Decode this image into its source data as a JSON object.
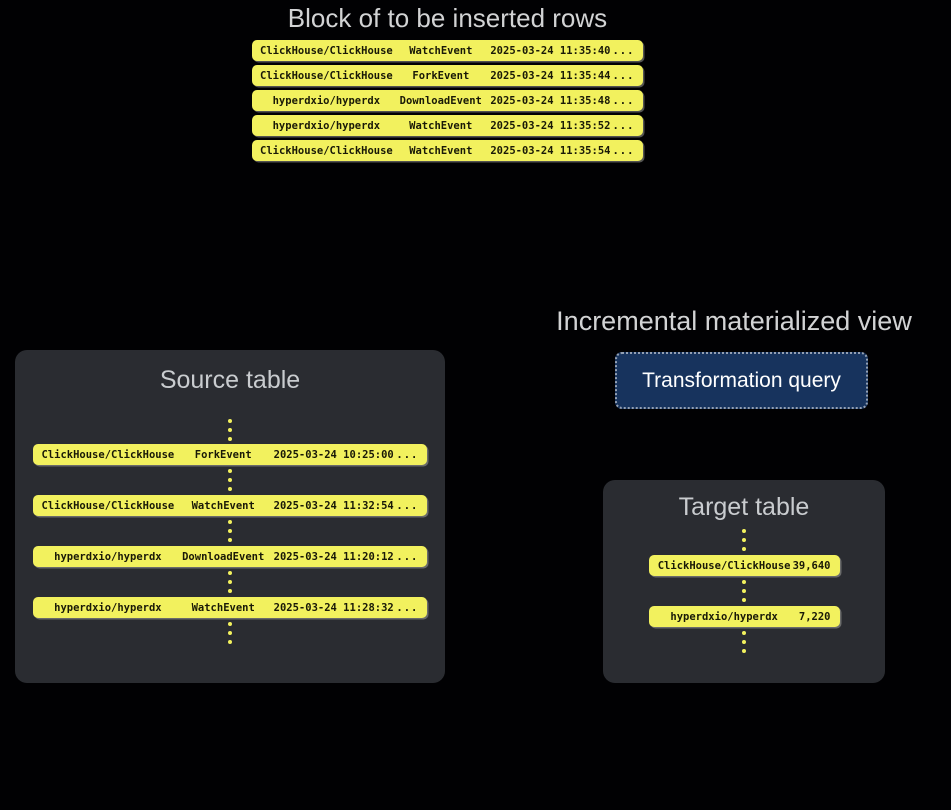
{
  "colors": {
    "background": "#010103",
    "row_yellow": "#F2F15E",
    "panel_gray": "#2A2C31",
    "button_navy": "#17335D",
    "button_border": "#93A0B4",
    "heading_gray": "#D2D3D4",
    "row_text": "#191907",
    "button_text": "#FFFFFF"
  },
  "insert_block": {
    "title": "Block of to be inserted rows",
    "rows": [
      {
        "repo": "ClickHouse/ClickHouse",
        "event": "WatchEvent",
        "timestamp": "2025-03-24 11:35:40",
        "more": "..."
      },
      {
        "repo": "ClickHouse/ClickHouse",
        "event": "ForkEvent",
        "timestamp": "2025-03-24 11:35:44",
        "more": "..."
      },
      {
        "repo": "hyperdxio/hyperdx",
        "event": "DownloadEvent",
        "timestamp": "2025-03-24 11:35:48",
        "more": "..."
      },
      {
        "repo": "hyperdxio/hyperdx",
        "event": "WatchEvent",
        "timestamp": "2025-03-24 11:35:52",
        "more": "..."
      },
      {
        "repo": "ClickHouse/ClickHouse",
        "event": "WatchEvent",
        "timestamp": "2025-03-24 11:35:54",
        "more": "..."
      }
    ]
  },
  "source_table": {
    "title": "Source table",
    "rows": [
      {
        "repo": "ClickHouse/ClickHouse",
        "event": "ForkEvent",
        "timestamp": "2025-03-24 10:25:00",
        "more": "..."
      },
      {
        "repo": "ClickHouse/ClickHouse",
        "event": "WatchEvent",
        "timestamp": "2025-03-24 11:32:54",
        "more": "..."
      },
      {
        "repo": "hyperdxio/hyperdx",
        "event": "DownloadEvent",
        "timestamp": "2025-03-24 11:20:12",
        "more": "..."
      },
      {
        "repo": "hyperdxio/hyperdx",
        "event": "WatchEvent",
        "timestamp": "2025-03-24 11:28:32",
        "more": "..."
      }
    ]
  },
  "materialized_view": {
    "label": "Incremental materialized view",
    "button_label": "Transformation query"
  },
  "target_table": {
    "title": "Target table",
    "rows": [
      {
        "repo": "ClickHouse/ClickHouse",
        "count": "39,640"
      },
      {
        "repo": "hyperdxio/hyperdx",
        "count": "7,220"
      }
    ]
  }
}
